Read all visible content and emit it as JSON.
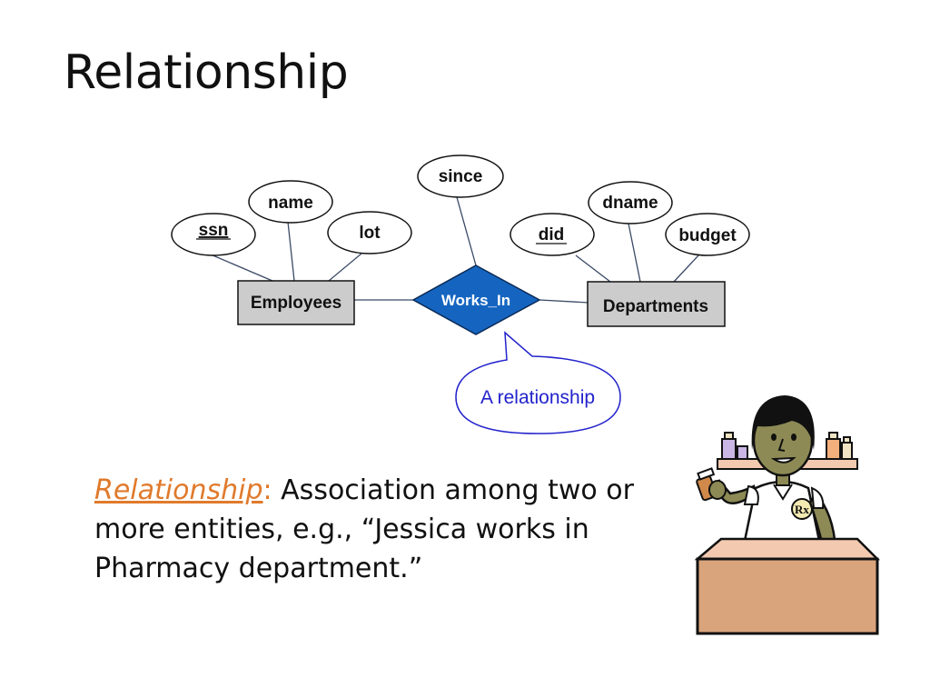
{
  "slide": {
    "title": "Relationship"
  },
  "diagram": {
    "attributes": {
      "ssn": "ssn",
      "name": "name",
      "lot": "lot",
      "since": "since",
      "did": "did",
      "dname": "dname",
      "budget": "budget"
    },
    "entities": {
      "employees": "Employees",
      "departments": "Departments"
    },
    "relationship": "Works_In",
    "callout": "A relationship",
    "colors": {
      "entity_fill": "#cccccc",
      "relationship_fill": "#1565c0",
      "callout_stroke": "#2222cc",
      "line": "#3a4a66"
    }
  },
  "definition": {
    "term": "Relationship",
    "colon": ":",
    "text": "  Association among two or more entities,  e.g., “Jessica works in Pharmacy department.”"
  },
  "colors": {
    "term": "#e07a2c",
    "text": "#111111"
  },
  "clipart": {
    "icon": "pharmacist-illustration",
    "badge_label": "Rx"
  }
}
